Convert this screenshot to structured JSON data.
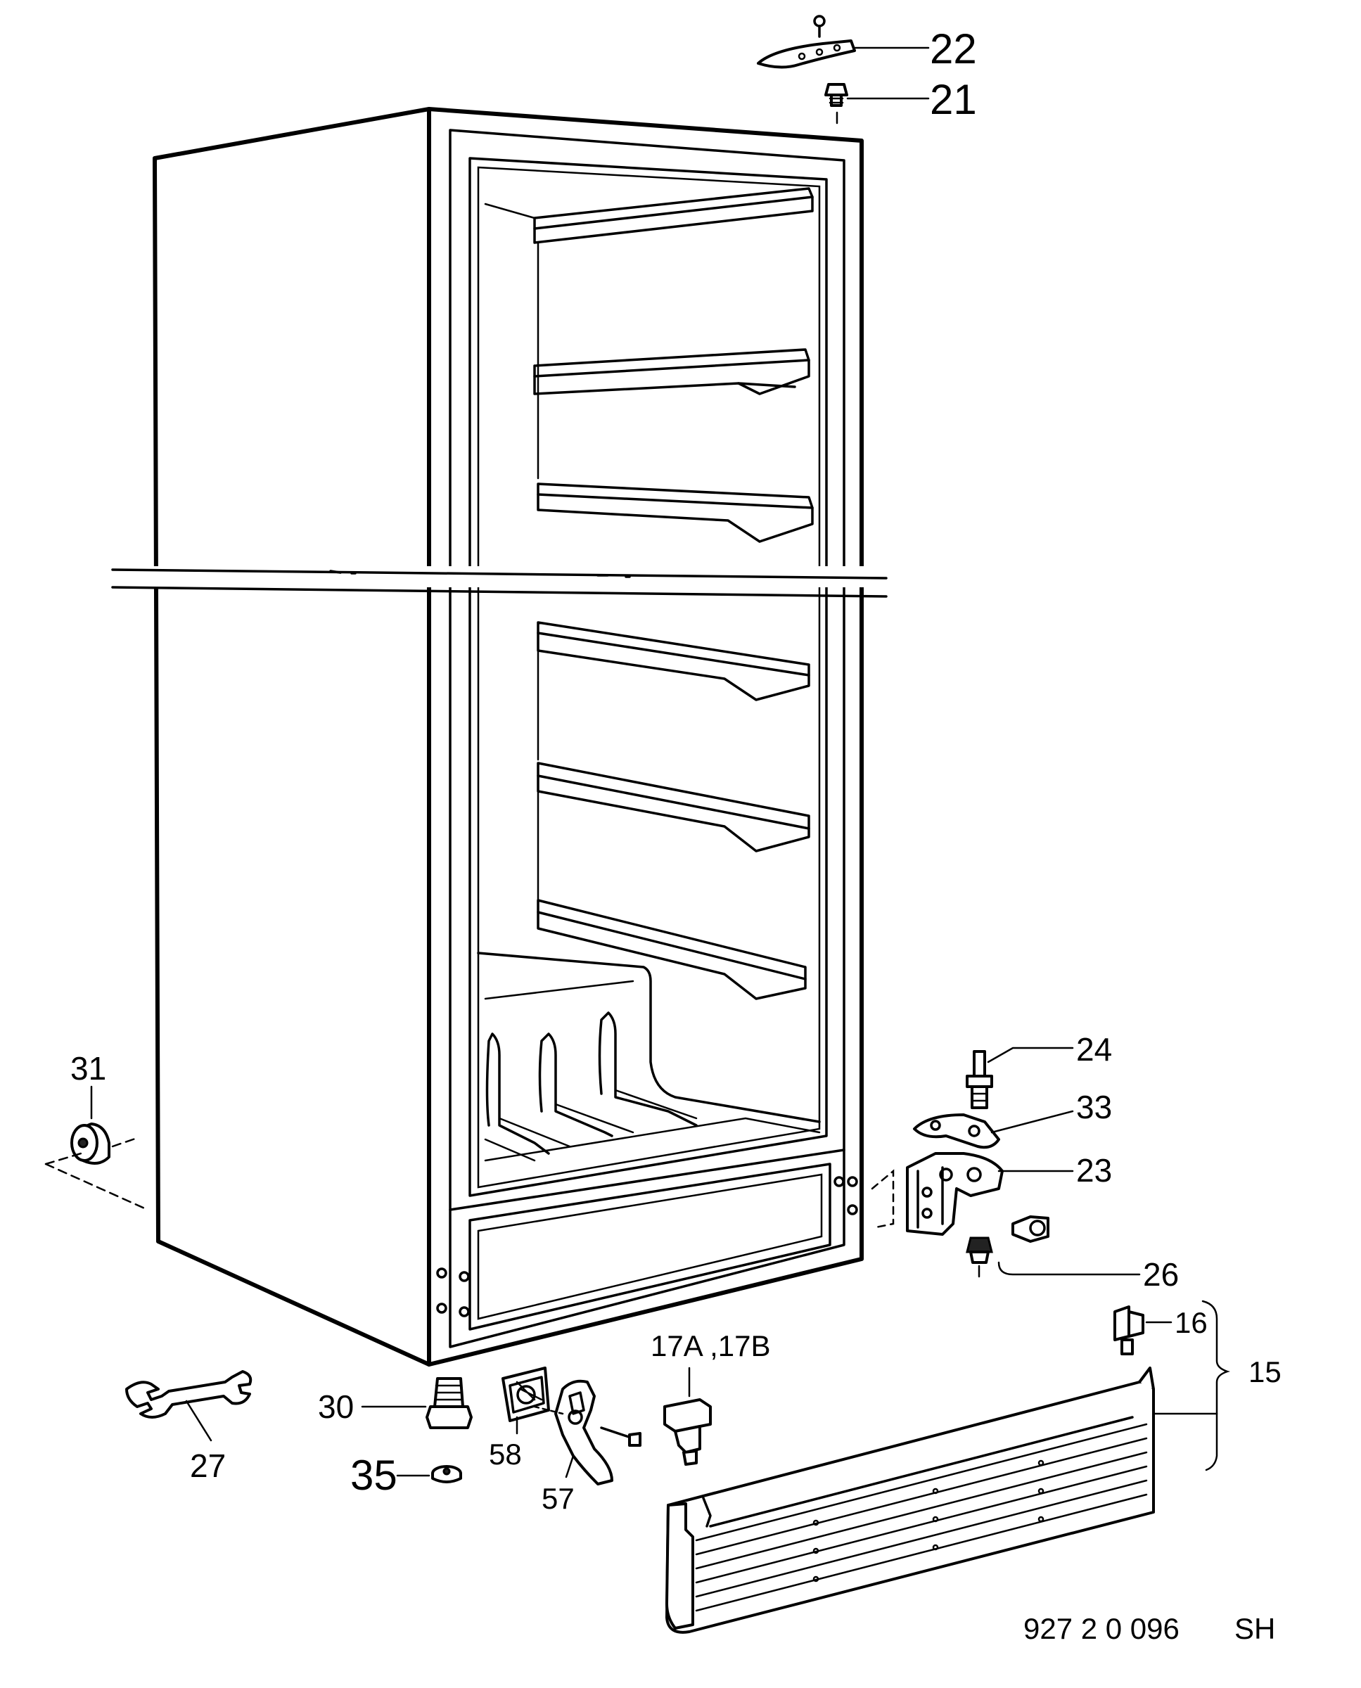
{
  "callouts": {
    "c22": "22",
    "c21": "21",
    "c24": "24",
    "c33": "33",
    "c23": "23",
    "c26": "26",
    "c31": "31",
    "c16": "16",
    "c15": "15",
    "c17": "17A ,17B",
    "c30": "30",
    "c27": "27",
    "c35": "35",
    "c58": "58",
    "c57": "57"
  },
  "footer": {
    "code": "927 2 0 096",
    "suffix": "SH"
  }
}
